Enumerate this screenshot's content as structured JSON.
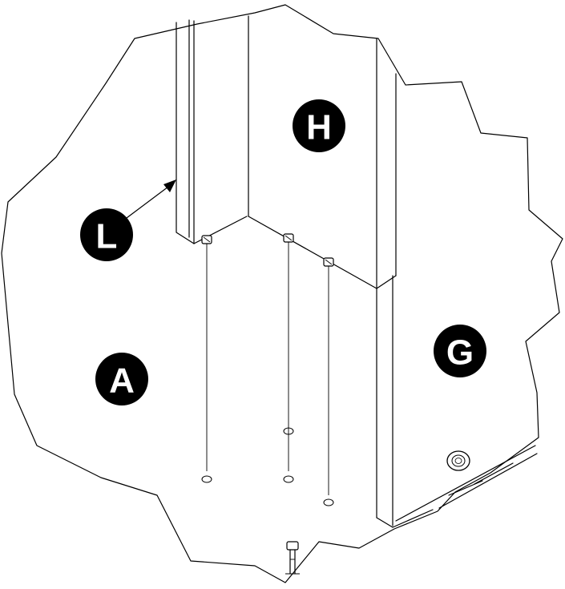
{
  "callouts": {
    "h": "H",
    "l": "L",
    "a": "A",
    "g": "G"
  }
}
